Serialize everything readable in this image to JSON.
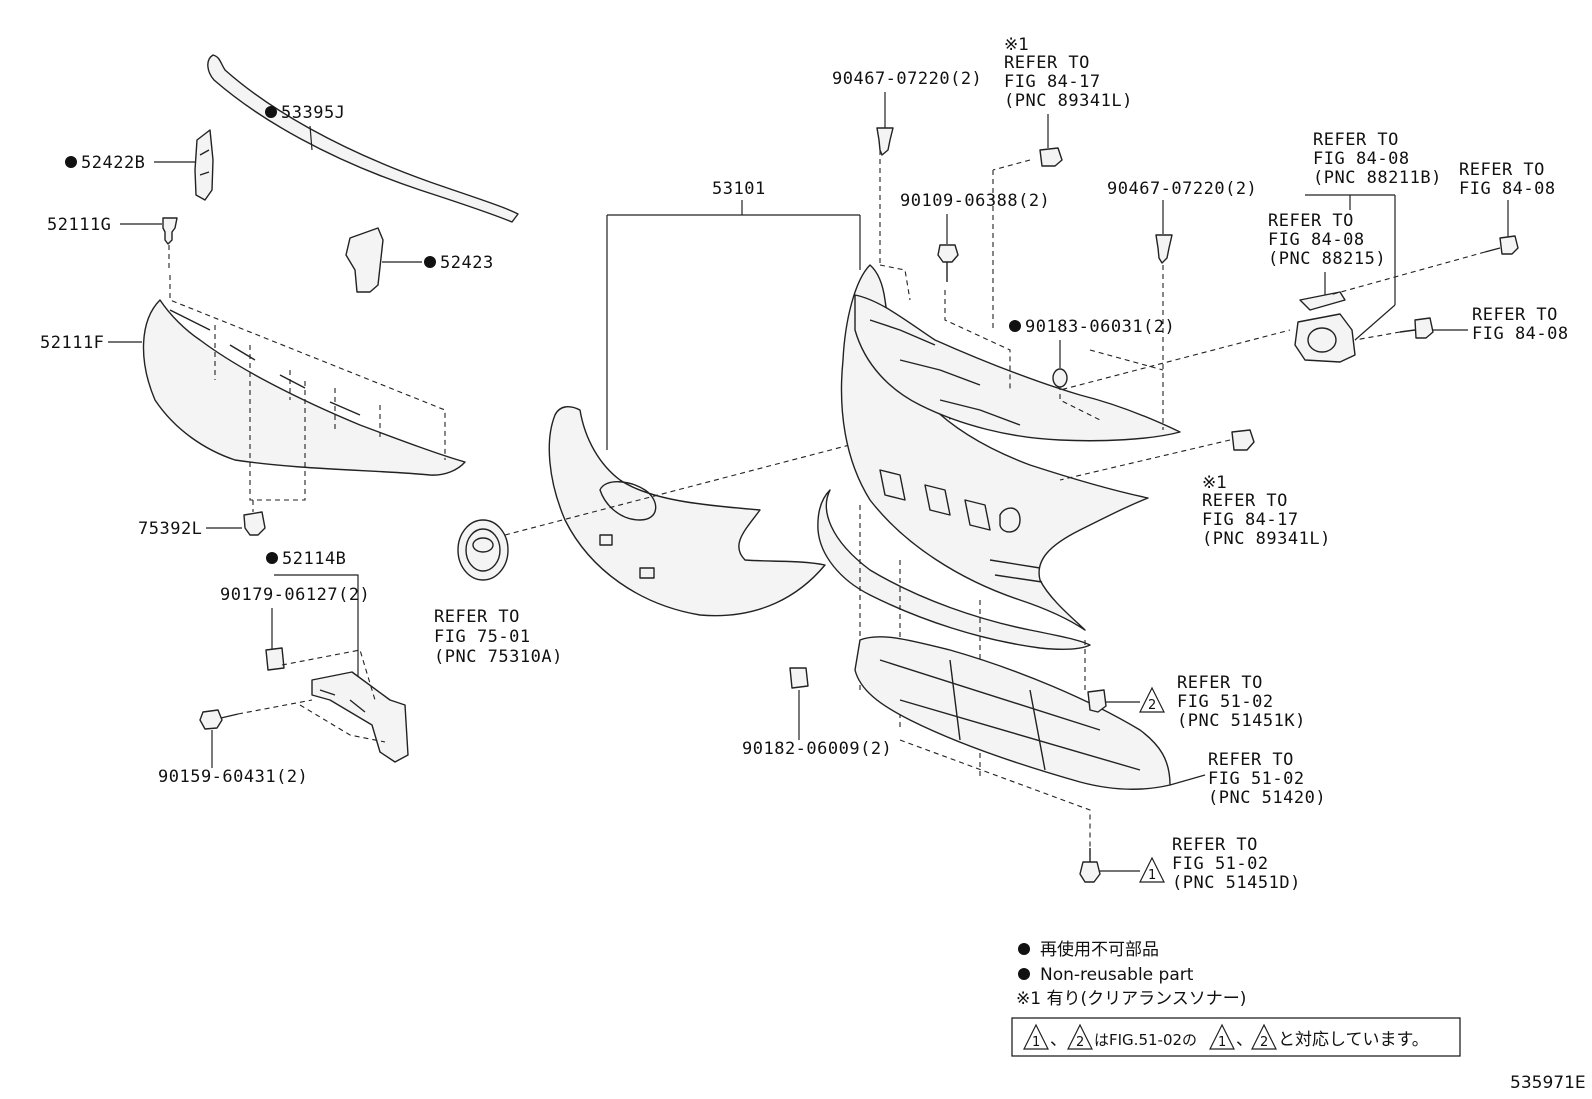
{
  "parts": {
    "p53395J": "53395J",
    "p52422B": "52422B",
    "p52111G": "52111G",
    "p52423": "52423",
    "p52111F": "52111F",
    "p75392L": "75392L",
    "p52114B": "52114B",
    "p90179": "90179-06127(2)",
    "p90159": "90159-60431(2)",
    "p53101": "53101",
    "p90467a": "90467-07220(2)",
    "p90467b": "90467-07220(2)",
    "p90109": "90109-06388(2)",
    "p90183": "90183-06031(2)",
    "p90182": "90182-06009(2)"
  },
  "refs": {
    "r1": {
      "mark": "※1",
      "l1": "REFER TO",
      "l2": "FIG 84-17",
      "l3": "(PNC 89341L)"
    },
    "r2": {
      "l1": "REFER TO",
      "l2": "FIG 84-08",
      "l3": "(PNC 88211B)"
    },
    "r3": {
      "l1": "REFER TO",
      "l2": "FIG 84-08"
    },
    "r4": {
      "l1": "REFER TO",
      "l2": "FIG 84-08",
      "l3": "(PNC 88215)"
    },
    "r5": {
      "l1": "REFER TO",
      "l2": "FIG 84-08"
    },
    "r6": {
      "mark": "※1",
      "l1": "REFER TO",
      "l2": "FIG 84-17",
      "l3": "(PNC 89341L)"
    },
    "r7": {
      "l1": "REFER TO",
      "l2": "FIG 75-01",
      "l3": "(PNC 75310A)"
    },
    "r8": {
      "l1": "REFER TO",
      "l2": "FIG 51-02",
      "l3": "(PNC 51451K)",
      "tri": "2"
    },
    "r9": {
      "l1": "REFER TO",
      "l2": "FIG 51-02",
      "l3": "(PNC 51420)"
    },
    "r10": {
      "l1": "REFER TO",
      "l2": "FIG 51-02",
      "l3": "(PNC 51451D)",
      "tri": "1"
    }
  },
  "legend": {
    "jp": "再使用不可部品",
    "en": "Non-reusable part",
    "note1": "※1 有り(クリアランスソナー)",
    "box": {
      "t1": "1",
      "sep1": "、",
      "t2": "2",
      "mid": "はFIG.51-02の",
      "t3": "1",
      "sep2": "、",
      "t4": "2",
      "end": "と対応しています。"
    }
  },
  "figure_id": "535971E"
}
